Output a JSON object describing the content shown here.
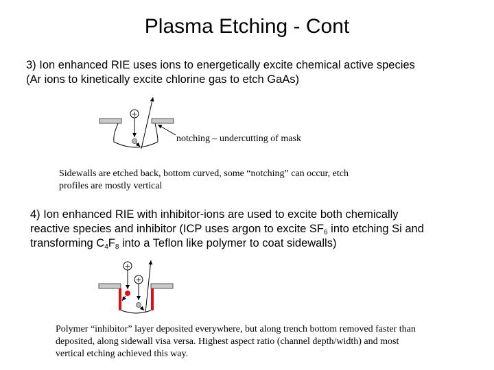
{
  "slide": {
    "title": "Plasma Etching - Cont",
    "section3": {
      "line1": "3) Ion enhanced RIE uses ions to energetically excite chemical active species",
      "line2": "(Ar ions to kinetically excite chlorine gas to etch GaAs)"
    },
    "diagram1": {
      "label": "notching – undercutting of mask",
      "ion_symbol": "+"
    },
    "caption1": {
      "line1": "Sidewalls are etched back, bottom curved, some “notching” can occur, etch",
      "line2": "profiles are mostly vertical"
    },
    "section4": {
      "line1": "4) Ion enhanced RIE with inhibitor-ions are used to excite both chemically",
      "line2_a": "reactive species and inhibitor (ICP uses argon to excite SF",
      "line2_sub": "6",
      "line2_b": " into etching Si and",
      "line3_a": "transforming C",
      "line3_sub1": "4",
      "line3_b": "F",
      "line3_sub2": "8",
      "line3_c": " into a Teflon like polymer to coat sidewalls)"
    },
    "diagram2": {
      "ion_symbol": "+",
      "polymer_color": "#e01010"
    },
    "caption2": {
      "line1": "Polymer “inhibitor” layer deposited everywhere, but along trench bottom removed faster than",
      "line2": "deposited, along sidewall visa versa.  Highest aspect ratio (channel depth/width) and most",
      "line3": "vertical etching achieved this way."
    }
  }
}
